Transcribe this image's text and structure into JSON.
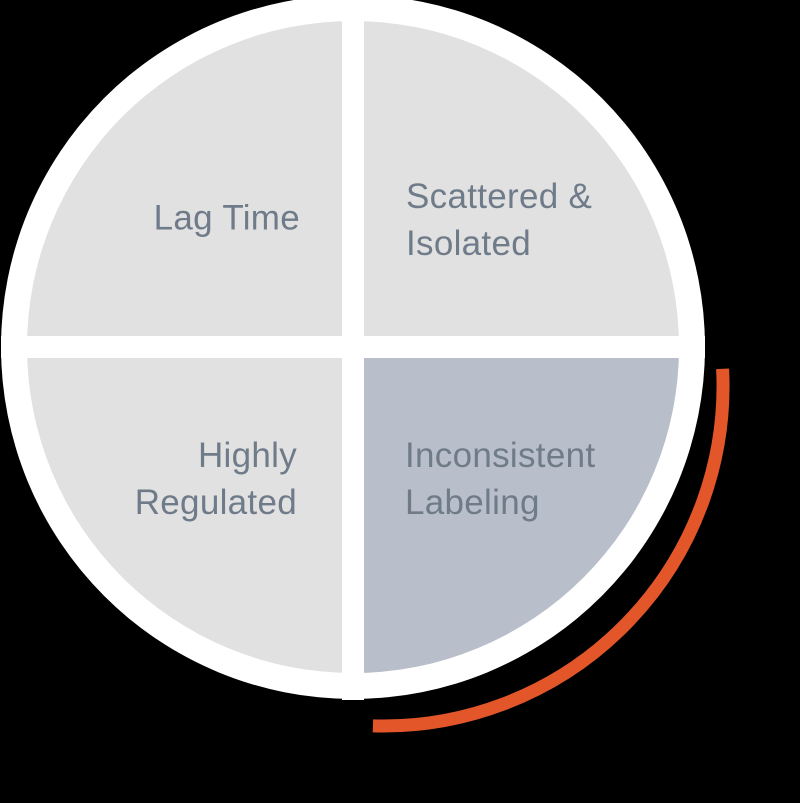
{
  "colors": {
    "background": "#000000",
    "ring": "#FFFFFF",
    "quadrant_default": "#E1E1E2",
    "quadrant_highlight": "#B9BFCA",
    "accent": "#E3562A",
    "label_text": "#6F7B89"
  },
  "quadrants": [
    {
      "position": "top-left",
      "label": "Lag Time",
      "lines": [
        "Lag Time"
      ]
    },
    {
      "position": "top-right",
      "label": "Scattered & Isolated",
      "lines": [
        "Scattered &",
        "Isolated"
      ]
    },
    {
      "position": "bottom-left",
      "label": "Highly Regulated",
      "lines": [
        "Highly",
        "Regulated"
      ]
    },
    {
      "position": "bottom-right",
      "label": "Inconsistent Labeling",
      "lines": [
        "Inconsistent",
        "Labeling"
      ]
    }
  ]
}
